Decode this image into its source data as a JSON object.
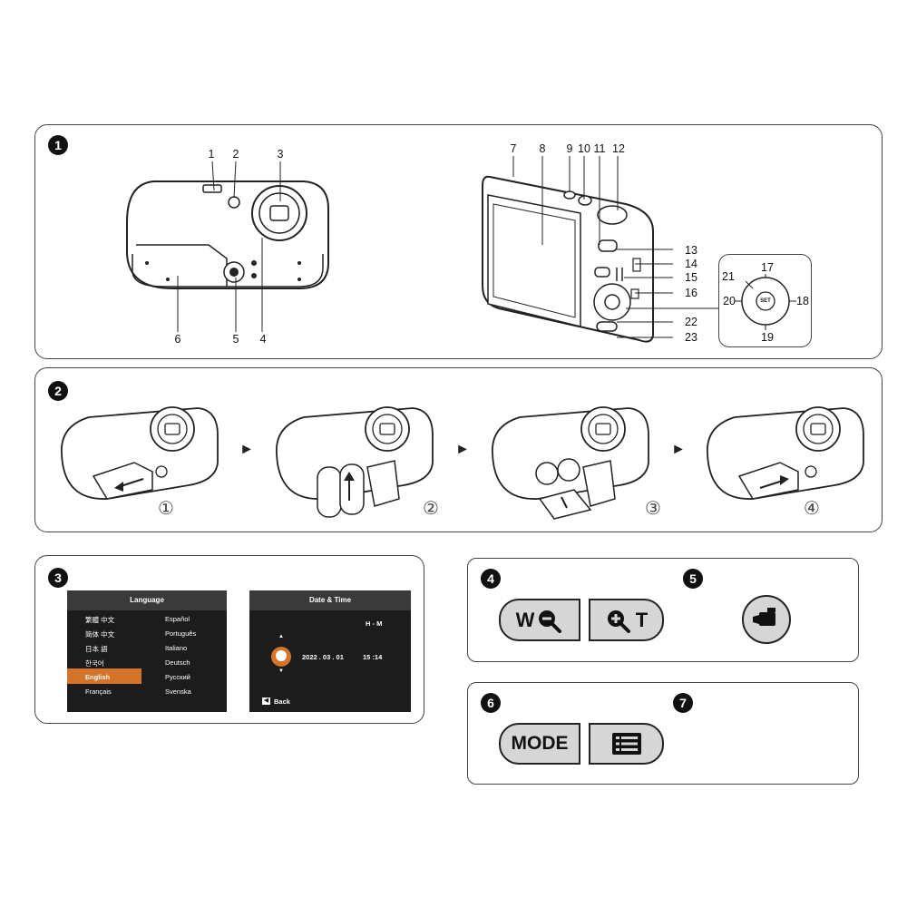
{
  "panels": {
    "p1": {
      "badge": "1"
    },
    "p2": {
      "badge": "2"
    },
    "p3": {
      "badge": "3"
    },
    "p4": {
      "badge": "4"
    },
    "p5": {
      "badge": "5"
    },
    "p6": {
      "badge": "6"
    },
    "p7": {
      "badge": "7"
    }
  },
  "camera_front_callouts": [
    "1",
    "2",
    "3",
    "4",
    "5",
    "6"
  ],
  "camera_back_callouts": [
    "7",
    "8",
    "9",
    "10",
    "11",
    "12",
    "13",
    "14",
    "15",
    "16",
    "22",
    "23"
  ],
  "dpad_callouts": [
    "17",
    "18",
    "19",
    "20",
    "21"
  ],
  "dpad_center_label": "SET",
  "battery_steps": [
    "①",
    "②",
    "③",
    "④"
  ],
  "language_screen": {
    "title": "Language",
    "left": [
      "繁體 中文",
      "简体 中文",
      "日本 語",
      "한국어",
      "English",
      "Français"
    ],
    "right": [
      "Español",
      "Português",
      "Italiano",
      "Deutsch",
      "Русский",
      "Svenska"
    ],
    "selected": "English"
  },
  "datetime_screen": {
    "title": "Date & Time",
    "field_label": "H - M",
    "date_value": "2022 . 03 . 01",
    "time_value": "15 :14",
    "back_label": "Back"
  },
  "zoom_button": {
    "wide_label": "W",
    "tele_label": "T"
  },
  "mode_button": {
    "label": "MODE"
  },
  "icons": [
    "zoom-out-icon",
    "zoom-in-icon",
    "video-camera-icon",
    "menu-list-icon",
    "back-icon"
  ],
  "colors": {
    "accent": "#d4732a",
    "screen_bg": "#1c1c1c",
    "button_fill": "#d6d6d6"
  }
}
